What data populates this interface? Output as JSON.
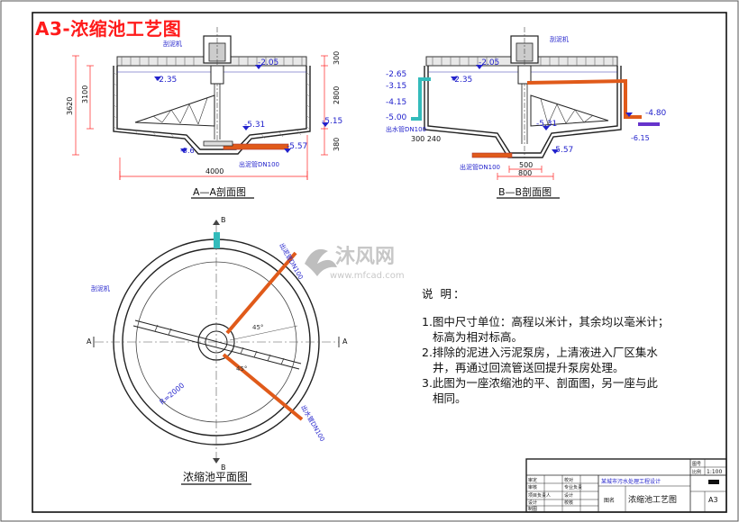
{
  "sheet_title": "A3-浓缩池工艺图",
  "section_aa": {
    "title": "A—A剖面图",
    "labels": {
      "machine": "刮泥机",
      "el_top": "-2.05",
      "el_water": "-2.35",
      "el_cone": "-5.31",
      "el_side": "-5.15",
      "el_bottom": "-5.57",
      "el_bottom2": "-5.6",
      "outlet": "出泥管DN100",
      "dim_total": "3620",
      "dim_3100": "3100",
      "dim_300": "300",
      "dim_2800": "2800",
      "dim_380": "380",
      "dim_4000": "4000"
    }
  },
  "section_bb": {
    "title": "B—B剖面图",
    "labels": {
      "machine": "刮泥机",
      "el_a": "-2.65",
      "el_b": "-3.15",
      "el_c": "-4.15",
      "el_d": "-5.00",
      "el_water": "-2.35",
      "el_top": "-2.05",
      "el_cone": "-5.31",
      "el_bottom": "-5.57",
      "el_pipe": "-4.80",
      "el_pipe2": "-6.15",
      "water_out": "出水管DN100",
      "dims": "300  240",
      "outlet": "出泥管DN100",
      "dim_500": "500",
      "dim_800": "800"
    }
  },
  "plan": {
    "title": "浓缩池平面图",
    "labels": {
      "machine": "刮泥机",
      "b": "B",
      "a": "A",
      "pipe1": "出泥管DN100",
      "pipe2": "出水管DN100",
      "r": "R=2000",
      "ang1": "45°",
      "ang2": "45°"
    }
  },
  "watermark": {
    "brand": "沐风网",
    "url": "www.mfcad.com"
  },
  "notes": {
    "heading": "说  明：",
    "items": [
      {
        "line1": "1.图中尺寸单位：高程以米计，其余均以毫米计；",
        "line2": "标高为相对标高。"
      },
      {
        "line1": "2.排除的泥进入污泥泵房，上清液进入厂区集水",
        "line2": "井，再通过回流管送回提升泵房处理。"
      },
      {
        "line1": "3.此图为一座浓缩池的平、剖面图，另一座与此",
        "line2": "相同。"
      }
    ]
  },
  "title_block": {
    "scale_label": "比例",
    "scale": "1:100",
    "sheet_label": "图号",
    "size": "A3",
    "project": "某城市污水处理工程设计",
    "drawing_name": "浓缩池工艺图",
    "roles": [
      "审定",
      "审核",
      "项目负责人",
      "设计",
      "制图"
    ],
    "roles2": [
      "校对",
      "专业负责",
      "设计",
      "校核"
    ],
    "num_label": "图名"
  },
  "colors": {
    "pipe": "#e05a1a",
    "water_pipe": "#33bbbb",
    "dim": "#ff2222",
    "elev": "#2222cc",
    "outlet_mark": "#6633cc"
  }
}
